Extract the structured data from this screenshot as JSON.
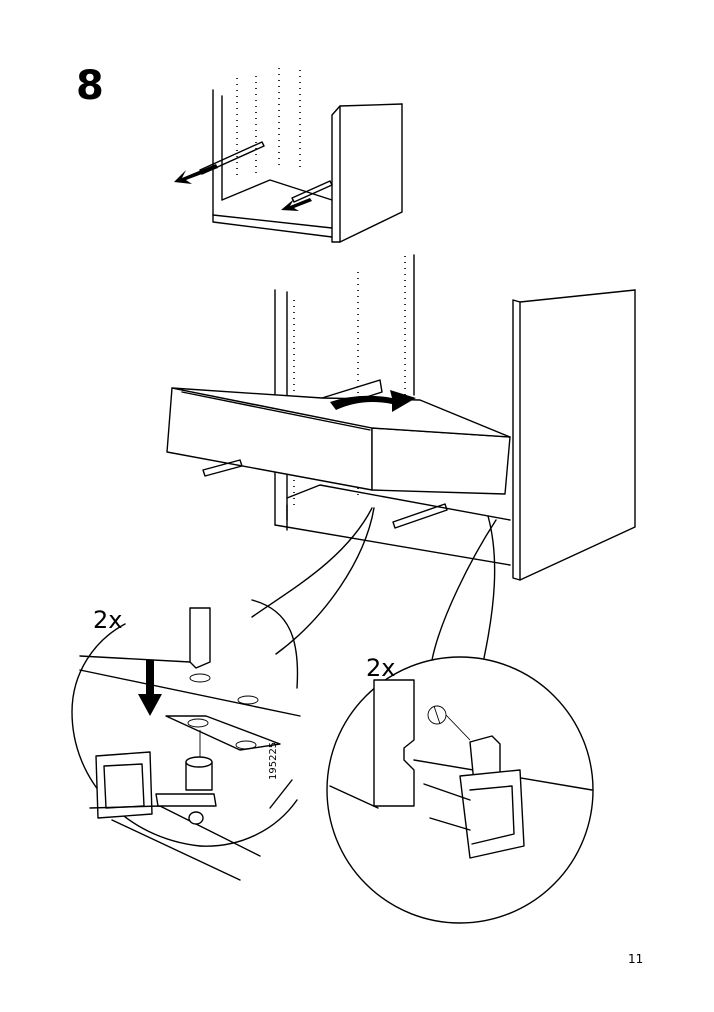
{
  "step": {
    "number": "8"
  },
  "callouts": {
    "left_quantity": "2x",
    "right_quantity": "2x",
    "part_code": "195225"
  },
  "page": {
    "number": "11"
  },
  "icons": [
    "arrow-icon",
    "screw-icon",
    "hinge-clip-icon",
    "rail-icon",
    "hole-icon"
  ]
}
